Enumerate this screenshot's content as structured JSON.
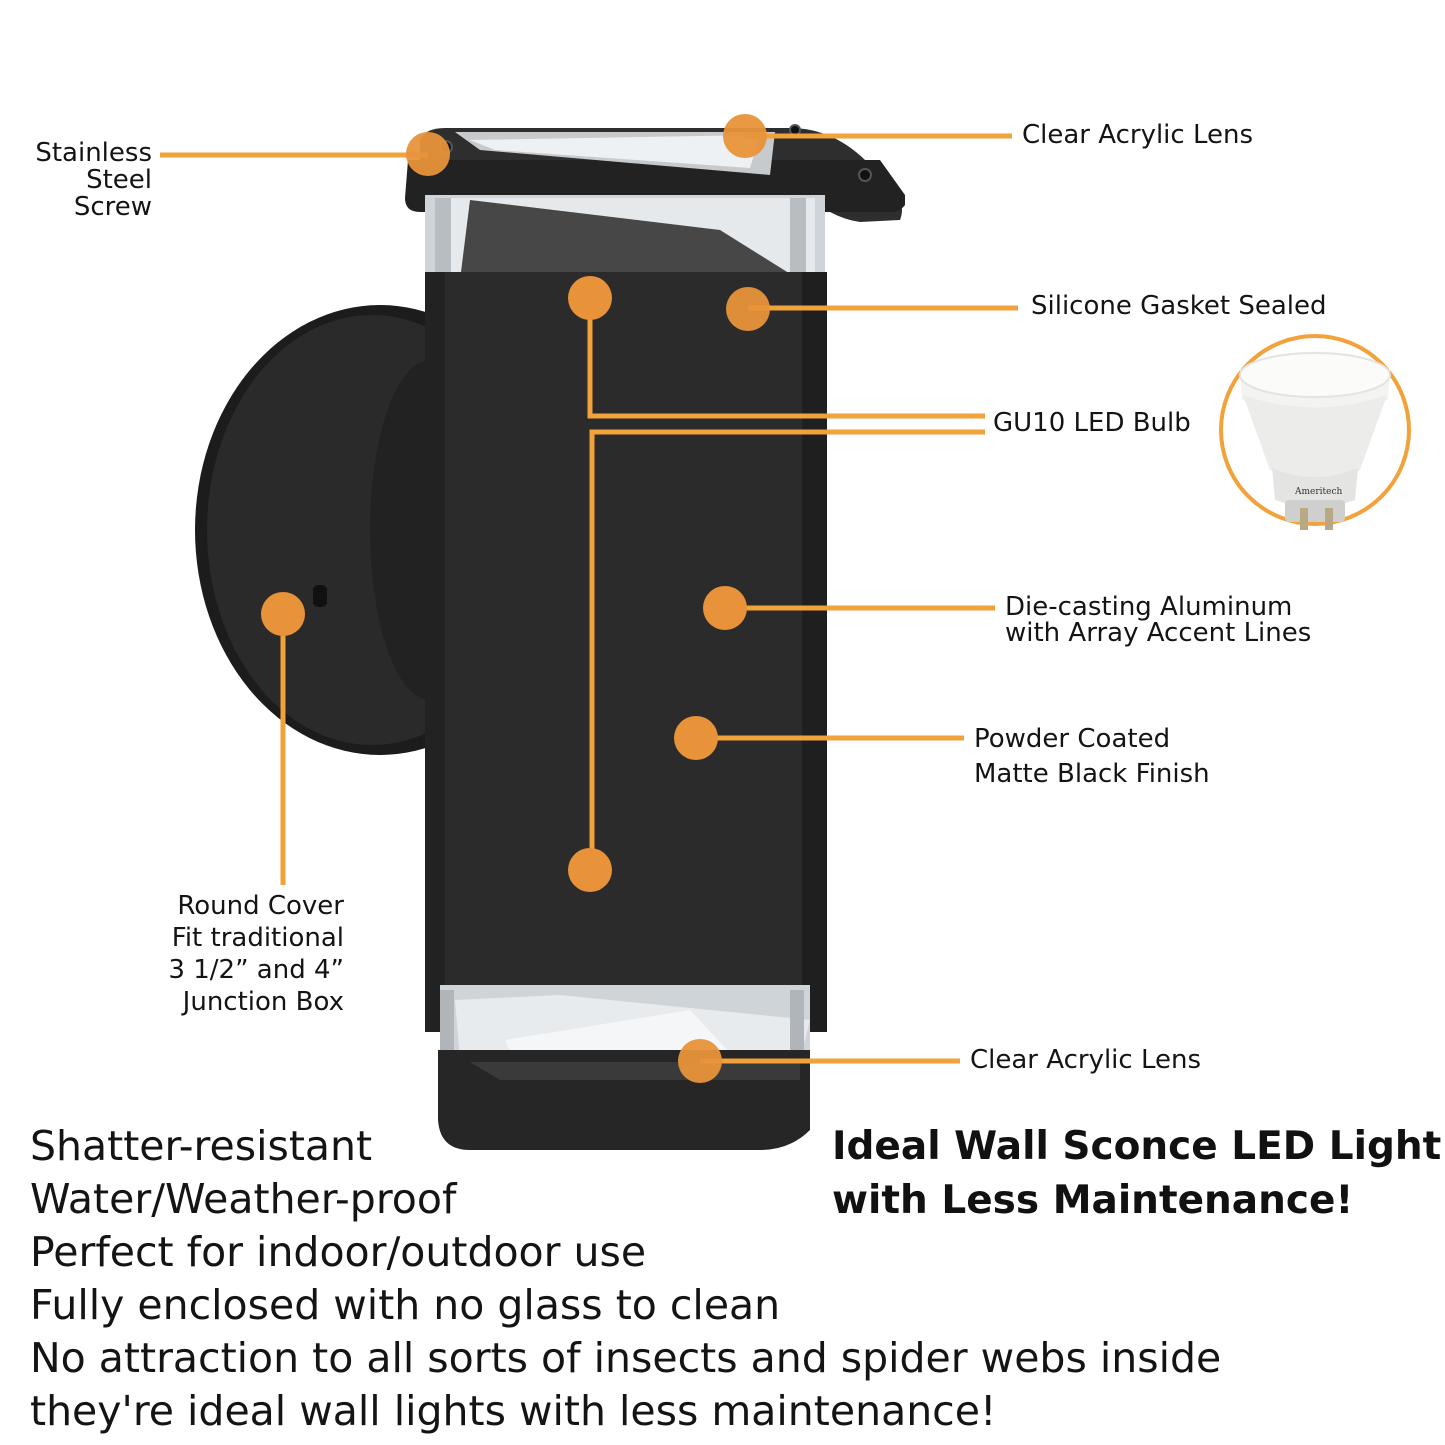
{
  "colors": {
    "accent": "#F2A23A",
    "dot": "#E8923A",
    "fixture": "#2B2B2B",
    "fixture_dark": "#1A1A1A",
    "lens": "#D9DDE0"
  },
  "callouts": {
    "screw": [
      "Stainless",
      "Steel",
      "Screw"
    ],
    "lens_top": "Clear Acrylic Lens",
    "gasket": "Silicone Gasket Sealed",
    "bulb": "GU10 LED Bulb",
    "aluminum": [
      "Die-casting Aluminum",
      "with Array Accent Lines"
    ],
    "finish": [
      "Powder Coated",
      "Matte Black Finish"
    ],
    "cover": [
      "Round Cover",
      "Fit traditional",
      "3 1/2” and 4”",
      "Junction Box"
    ],
    "lens_bottom": "Clear Acrylic Lens"
  },
  "bulb_brand": "Ameritech",
  "features": [
    "Shatter-resistant",
    "Water/Weather-proof",
    "Perfect for indoor/outdoor use",
    "Fully enclosed with no glass to clean",
    "No attraction to all sorts of insects and spider webs inside",
    "they're ideal wall lights with less maintenance!"
  ],
  "slogan": [
    "Ideal Wall Sconce LED Light",
    "with Less Maintenance!"
  ]
}
